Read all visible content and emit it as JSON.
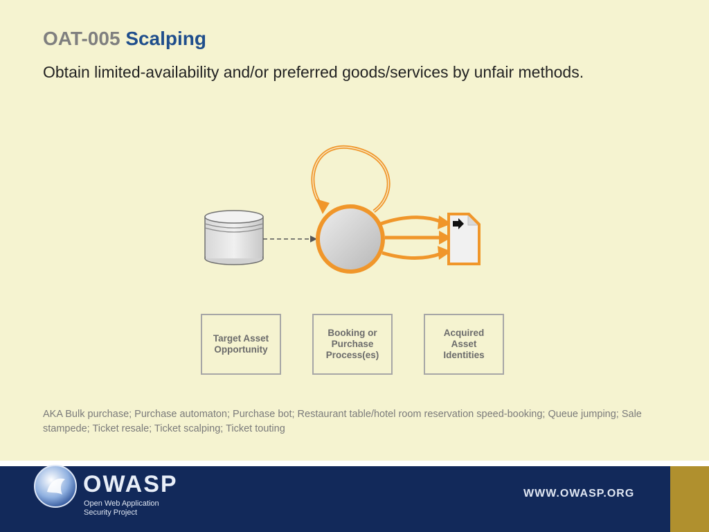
{
  "header": {
    "code": "OAT-005",
    "name": "Scalping",
    "description": "Obtain limited-availability and/or preferred goods/services by unfair methods."
  },
  "diagram": {
    "boxes": [
      {
        "lines": [
          "Target Asset",
          "Opportunity"
        ]
      },
      {
        "lines": [
          "Booking or",
          "Purchase",
          "Process(es)"
        ]
      },
      {
        "lines": [
          "Acquired",
          "Asset",
          "Identities"
        ]
      }
    ],
    "colors": {
      "accent": "#f0962a",
      "gray": "#a6a6a6",
      "database": "#cfcfcf"
    }
  },
  "aka": "AKA Bulk purchase; Purchase automaton; Purchase bot; Restaurant table/hotel room reservation speed-booking; Queue jumping; Sale stampede; Ticket resale; Ticket scalping; Ticket touting",
  "footer": {
    "logo_word": "OWASP",
    "logo_sub_1": "Open Web Application",
    "logo_sub_2": "Security Project",
    "url": "WWW.OWASP.ORG"
  }
}
